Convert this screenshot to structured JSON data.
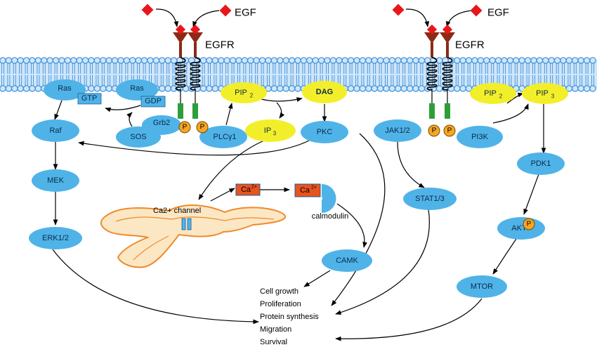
{
  "labels": {
    "egf": "EGF",
    "egfr": "EGFR",
    "ca_channel": "Ca2+ channel",
    "calmodulin": "calmodulin",
    "phospho": "P"
  },
  "nodes": {
    "ras1": "Ras",
    "ras2": "Ras",
    "gtp": "GTP",
    "gdp": "GDP",
    "raf": "Raf",
    "mek": "MEK",
    "erk": "ERK1/2",
    "sos": "SOS",
    "grb2": "Grb2",
    "plcg1": "PLCγ1",
    "pip2_left": "PIP",
    "pip2_left_sub": "2",
    "dag": "DAG",
    "ip3": "IP",
    "ip3_sub": "3",
    "pkc": "PKC",
    "ca1": "Ca",
    "ca1_sup": "2+",
    "ca2": "Ca",
    "ca2_sup": "2+",
    "camk": "CAMK",
    "jak": "JAK1/2",
    "stat": "STAT1/3",
    "pi3k": "PI3K",
    "pip2_right": "PIP",
    "pip2_right_sub": "2",
    "pip3": "PIP",
    "pip3_sub": "3",
    "pdk1": "PDK1",
    "akt": "AKT",
    "mtor": "MTOR"
  },
  "outcomes": [
    "Cell growth",
    "Proliferation",
    "Protein synthesis",
    "Migration",
    "Survival"
  ],
  "colors": {
    "membrane": "#3d8fd8",
    "membrane_fill": "#cfe6fa",
    "node_blue": "#4fb3e8",
    "node_yellow": "#f2ef2a",
    "receptor": "#8b2a16",
    "ligand": "#e8161b",
    "phospho": "#f5a623",
    "green_bar": "#2e9e3a",
    "calcium": "#e8531e",
    "er_fill": "#fce7c4",
    "er_stroke": "#f08a2a"
  }
}
